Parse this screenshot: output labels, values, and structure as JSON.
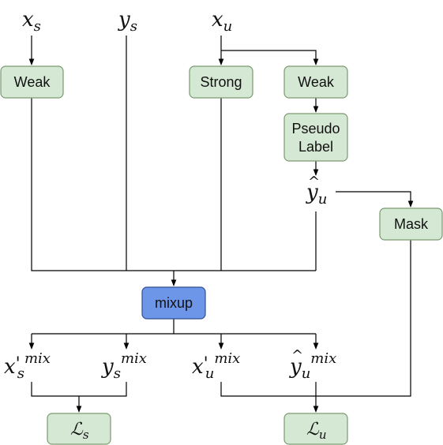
{
  "colors": {
    "box_fill": "#d5e8d4",
    "box_stroke": "#82b366",
    "mixup_fill": "#6d95e8",
    "mixup_stroke": "#2f4f8f",
    "line": "#000000"
  },
  "inputs": {
    "xs": {
      "base": "x",
      "sub": "s"
    },
    "ys": {
      "base": "y",
      "sub": "s"
    },
    "xu": {
      "base": "x",
      "sub": "u"
    }
  },
  "boxes": {
    "weak_s": "Weak",
    "strong": "Strong",
    "weak_u": "Weak",
    "pseudo_label_1": "Pseudo",
    "pseudo_label_2": "Label",
    "mask": "Mask",
    "mixup": "mixup"
  },
  "pseudo_label_output": {
    "base": "y",
    "hat": "^",
    "sub": "u"
  },
  "mixed": {
    "xs_mix": {
      "base": "x",
      "prime": "'",
      "sub": "s",
      "sup": "mix"
    },
    "ys_mix": {
      "base": "y",
      "sub": "s",
      "sup": "mix"
    },
    "xu_mix": {
      "base": "x",
      "prime": "'",
      "sub": "u",
      "sup": "mix"
    },
    "yu_mix": {
      "base": "y",
      "hat": "^",
      "sub": "u",
      "sup": "mix"
    }
  },
  "losses": {
    "ls": {
      "base": "ℒ",
      "sub": "s"
    },
    "lu": {
      "base": "ℒ",
      "sub": "u"
    }
  }
}
